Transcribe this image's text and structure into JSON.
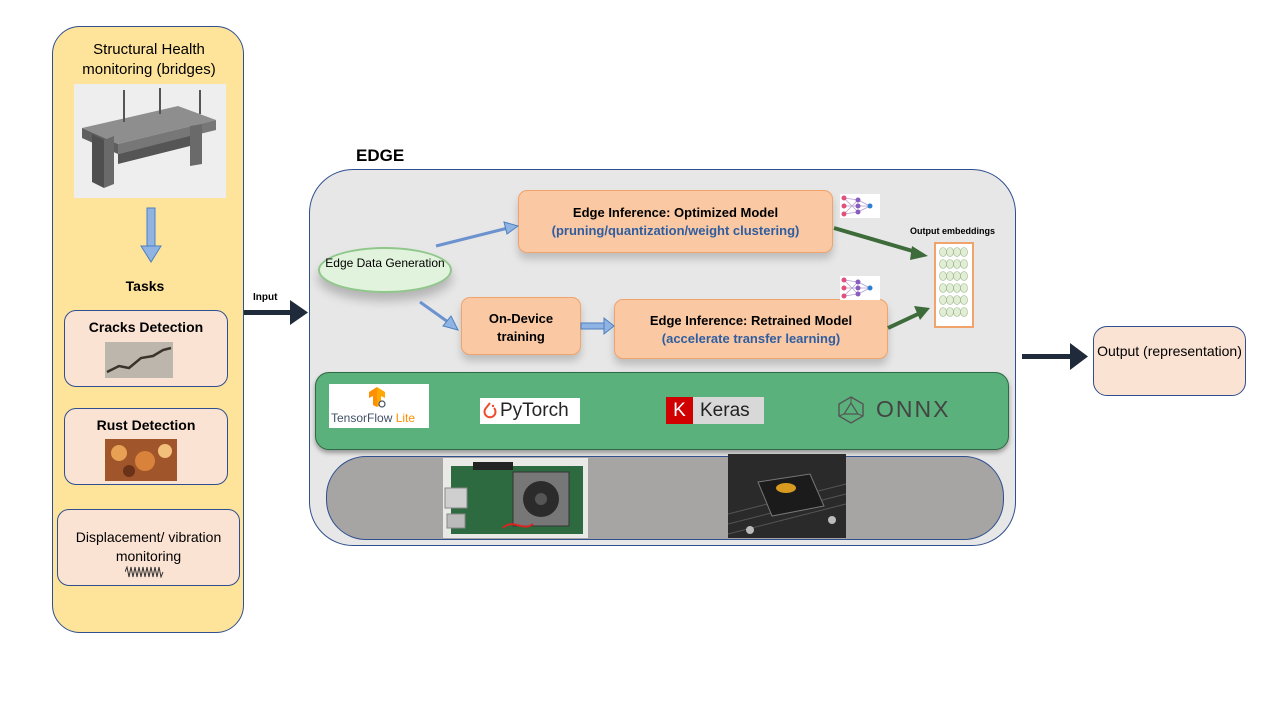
{
  "left_panel": {
    "title": "Structural Health monitoring (bridges)",
    "tasks_label": "Tasks",
    "tasks": [
      {
        "label": "Cracks Detection"
      },
      {
        "label": "Rust Detection"
      },
      {
        "label": "Displacement/ vibration monitoring"
      }
    ]
  },
  "input_label": "Input",
  "edge": {
    "label": "EDGE",
    "data_generation": "Edge Data Generation",
    "optimized": {
      "title": "Edge Inference: Optimized Model",
      "subtitle": "(pruning/quantization/weight clustering)"
    },
    "training": "On-Device training",
    "retrained": {
      "title": "Edge Inference: Retrained Model",
      "subtitle": "(accelerate transfer learning)"
    },
    "output_embeddings": "Output embeddings",
    "frameworks": {
      "tflite_main": "TensorFlow",
      "tflite_lite": "Lite",
      "pytorch": "PyTorch",
      "keras_k": "K",
      "keras": "Keras",
      "onnx": "ONNX"
    }
  },
  "output": {
    "text": "Output (representation)"
  },
  "colors": {
    "accent_blue": "#2f5d9f",
    "orange_box": "#fac9a4",
    "green_band": "#5ab17c",
    "left_panel": "#fde49a"
  }
}
